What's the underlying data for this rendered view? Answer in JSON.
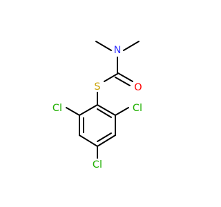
{
  "molecule": {
    "atoms": {
      "nitrogen": {
        "symbol": "N",
        "color": "#3333ff"
      },
      "oxygen": {
        "symbol": "O",
        "color": "#ff0000"
      },
      "sulfur": {
        "symbol": "S",
        "color": "#c9a000"
      },
      "chlorine_left": {
        "symbol": "Cl",
        "color": "#1fb000"
      },
      "chlorine_right": {
        "symbol": "Cl",
        "color": "#1fb000"
      },
      "chlorine_bottom": {
        "symbol": "Cl",
        "color": "#1fb000"
      }
    },
    "bond_color": "#000000"
  }
}
